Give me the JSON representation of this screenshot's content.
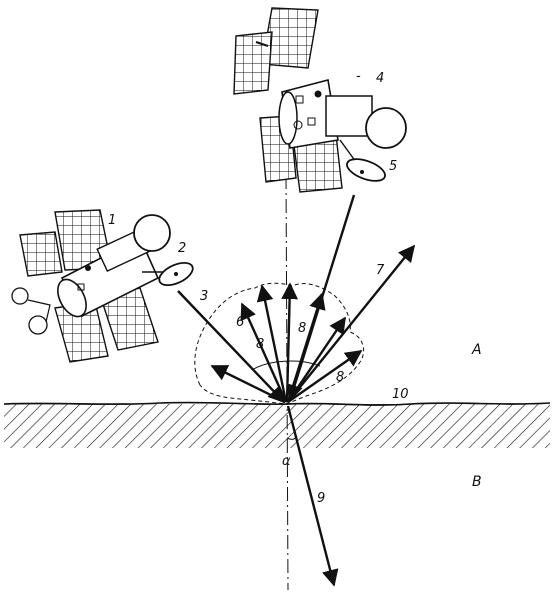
{
  "labels": {
    "satellite_1": "1",
    "antenna_2": "2",
    "ray_3": "3",
    "satellite_4": "4",
    "antenna_5": "5",
    "ray_6": "6",
    "ray_7": "7",
    "ray_8a": "8",
    "ray_8b": "8",
    "ray_8c": "8",
    "ray_9": "9",
    "surface_10": "10",
    "region_A": "A",
    "region_B": "B",
    "angle_alpha": "α",
    "dash_4": "-"
  },
  "colors": {
    "ink": "#111111",
    "background": "#ffffff"
  }
}
